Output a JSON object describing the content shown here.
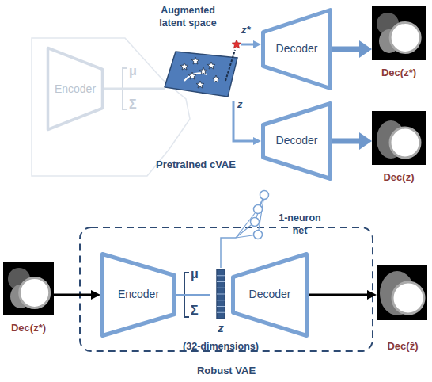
{
  "diagram": {
    "nodes": [
      {
        "text": [
          "Encoder"
        ]
      },
      {
        "text": [
          "Augmented latent space"
        ]
      },
      {
        "text": [
          "Decoder"
        ]
      },
      {
        "text": [
          "Dec(z*)"
        ]
      },
      {
        "text": [
          "Decoder"
        ]
      },
      {
        "text": [
          "Dec(z)"
        ]
      },
      {
        "text": [
          "Dec(z*)"
        ]
      },
      {
        "text": [
          "Robust VAE"
        ]
      },
      {
        "text": [
          "Encoder"
        ],
        "in": 7
      },
      {
        "text": [
          "z",
          "(32-dimensions)"
        ],
        "in": 7
      },
      {
        "text": [
          "1-neuron net"
        ],
        "in": 7
      },
      {
        "text": [
          "Decoder"
        ],
        "in": 7
      },
      {
        "text": [
          "Dec(ẑ)"
        ]
      }
    ],
    "edges": [
      {
        "from": 0,
        "to": 1,
        "arrow": "none"
      },
      {
        "from": 1,
        "to": 2,
        "arrow": "to"
      },
      {
        "from": 1,
        "to": 4,
        "arrow": "to"
      },
      {
        "from": 2,
        "to": 3,
        "arrow": "to"
      },
      {
        "from": 4,
        "to": 5,
        "arrow": "to"
      },
      {
        "from": 6,
        "to": 8,
        "arrow": "to"
      },
      {
        "from": 8,
        "to": 9,
        "arrow": "none"
      },
      {
        "from": 9,
        "to": 10,
        "arrow": "none"
      },
      {
        "from": 11,
        "to": 12,
        "arrow": "to"
      }
    ],
    "labels": [
      "μ",
      "Σ",
      "z*",
      "z",
      "Pretrained cVAE",
      "μ",
      "Σ"
    ]
  }
}
